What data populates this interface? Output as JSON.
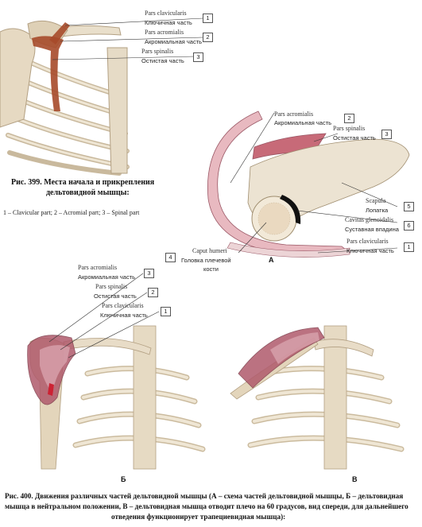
{
  "fig399": {
    "labels": [
      {
        "num": "1",
        "latin": "Pars clavicularis",
        "russian": "Ключичная часть"
      },
      {
        "num": "2",
        "latin": "Pars acromialis",
        "russian": "Акромиальная часть"
      },
      {
        "num": "3",
        "latin": "Pars spinalis",
        "russian": "Остистая часть"
      }
    ],
    "caption_line1": "Рис. 399. Места начала и прикрепления",
    "caption_line2": "дельтовидной мышцы:",
    "legend": "1 – Clavicular part; 2 – Acromial part; 3 – Spinal part"
  },
  "figA": {
    "letter": "А",
    "labels": [
      {
        "num": "2",
        "latin": "Pars acromialis",
        "russian": "Акромиальная часть"
      },
      {
        "num": "3",
        "latin": "Pars spinalis",
        "russian": "Остистая часть"
      },
      {
        "num": "5",
        "latin": "Scapula",
        "russian": "Лопатка"
      },
      {
        "num": "6",
        "latin": "Cavitas glenoidalis",
        "russian": "Суставная впадина"
      },
      {
        "num": "1",
        "latin": "Pars clavicularis",
        "russian": "Ключичная часть"
      },
      {
        "num": "4",
        "latin": "Caput humeri",
        "russian": "Головка плечевой",
        "russian2": "кости"
      }
    ]
  },
  "figB": {
    "letter": "Б",
    "labels": [
      {
        "num": "3",
        "latin": "Pars acromialis",
        "russian": "Акромиальная часть"
      },
      {
        "num": "2",
        "latin": "Pars spinalis",
        "russian": "Остистая часть"
      },
      {
        "num": "1",
        "latin": "Pars clavicularis",
        "russian": "Ключичная часть"
      }
    ]
  },
  "figV": {
    "letter": "В"
  },
  "fig400": {
    "caption_line1": "Рис. 400. Движения различных частей дельтовидной мышцы (А – схема частей дельтовидной мышцы, Б – дельтовидная",
    "caption_line2": "мышца в нейтральном положении, В – дельтовидная мышца отводит плечо на 60 градусов, вид спереди, для дальнейшего",
    "caption_line3": "отведения функционирует трапециевидная мышца):"
  },
  "colors": {
    "bone": "#e8dcc8",
    "bone_shadow": "#b8a88c",
    "muscle": "#b05060",
    "muscle_light": "#d9a6ae",
    "attachment": "#a64a2a"
  }
}
